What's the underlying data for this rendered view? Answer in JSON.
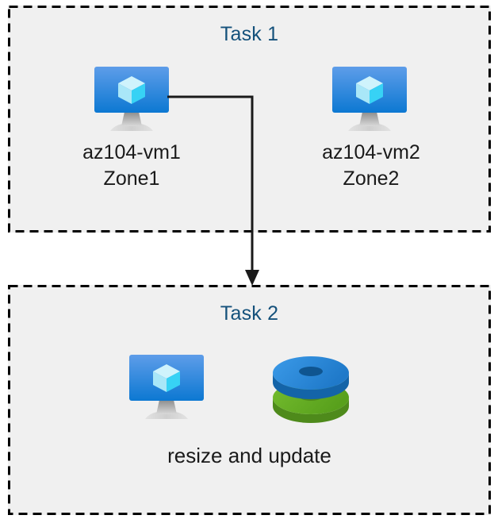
{
  "diagram": {
    "background_color": "#ffffff",
    "box_fill_color": "#F0F0F0",
    "box_border_color": "#000000",
    "title_color": "#14517B",
    "label_color": "#1a1a1a"
  },
  "task1": {
    "title": "Task 1",
    "nodes": [
      {
        "icon": "virtual-machine-icon",
        "label": "az104-vm1\nZone1",
        "name": "az104-vm1",
        "zone": "Zone1"
      },
      {
        "icon": "virtual-machine-icon",
        "label": "az104-vm2\nZone2",
        "name": "az104-vm2",
        "zone": "Zone2"
      }
    ]
  },
  "connector": {
    "from": "az104-vm1",
    "to": "task2-box",
    "arrow": "arrow-down",
    "color": "#000000"
  },
  "task2": {
    "title": "Task 2",
    "icons": [
      {
        "icon": "virtual-machine-icon"
      },
      {
        "icon": "disks-icon"
      }
    ],
    "caption": "resize and update"
  },
  "colors": {
    "vm_screen_top": "#5A9BE8",
    "vm_screen_bottom": "#0D7BD4",
    "vm_stand": "#A8A8A8",
    "cube_top": "#CFF3FC",
    "cube_left": "#9BE4F7",
    "cube_right": "#3FD3F5",
    "disk_blue": "#2F8FE0",
    "disk_blue_dark": "#1464A8",
    "disk_green": "#6BB12A",
    "disk_green_dark": "#4E8A1B"
  }
}
